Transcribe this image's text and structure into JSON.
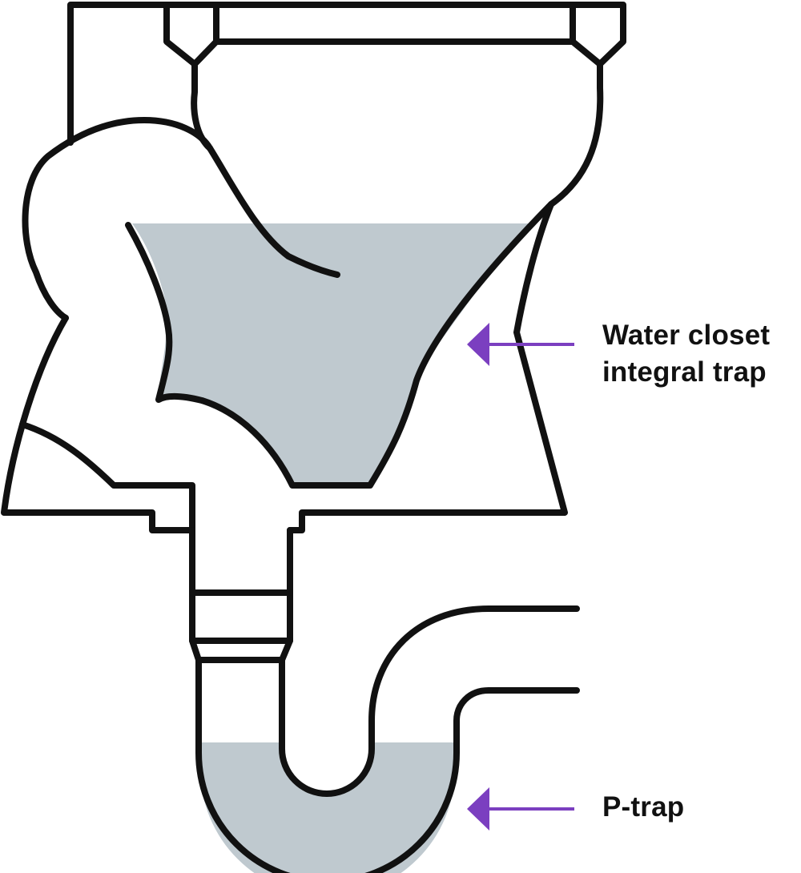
{
  "labels": {
    "water_closet_line1": "Water closet",
    "water_closet_line2": "integral trap",
    "p_trap": "P-trap"
  },
  "colors": {
    "outline": "#111111",
    "water": "#bfc9cf",
    "arrow": "#7b3fc0",
    "background": "#ffffff",
    "text": "#111111"
  }
}
